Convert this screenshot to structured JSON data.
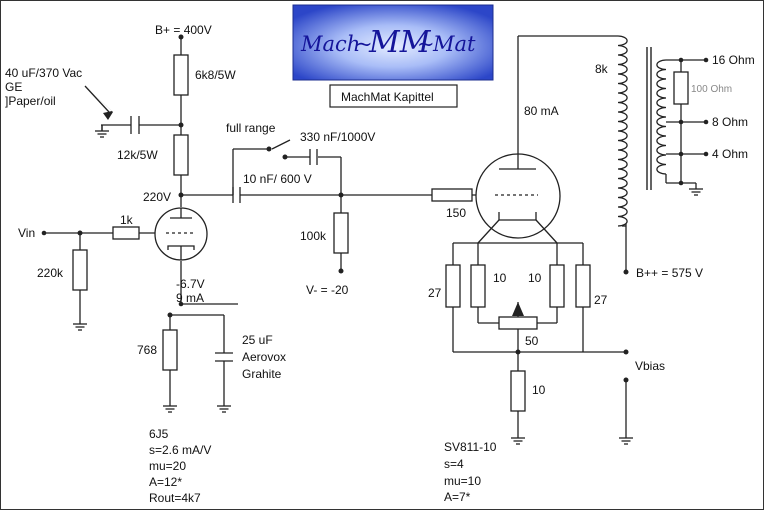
{
  "logo": {
    "left": "Mach",
    "middle": "MM",
    "right": "Mat",
    "sep": "~",
    "colors": {
      "bg": "#2c46c8",
      "glow": "#e4ecff",
      "text": "#15159a"
    }
  },
  "caption": "MachMat Kapittel",
  "supplies": {
    "b_plus": "B+ = 400V",
    "b_plus_plus": "B++ = 575 V",
    "v_minus": "V- = -20",
    "vbias": "Vbias"
  },
  "input": {
    "vin": "Vin",
    "r_grid_leak": "220k",
    "r_grid_stopper": "1k"
  },
  "stage1": {
    "cap_bypass": [
      "40 uF/370 Vac",
      "GE",
      "]Paper/oil"
    ],
    "r_dropper": "6k8/5W",
    "r_plate": "12k/5W",
    "plate_v": "220V",
    "cathode_v": "-6.7V",
    "cathode_i": "9 mA",
    "r_cathode": "768",
    "cap_cathode": [
      "25 uF",
      "Aerovox",
      "Grahite"
    ],
    "tube_specs": [
      "6J5",
      "s=2.6 mA/V",
      "mu=20",
      "A=12*",
      "Rout=4k7"
    ]
  },
  "coupling": {
    "switch": "full range",
    "cap_a": "330 nF/1000V",
    "cap_b": "10 nF/ 600 V",
    "r_grid": "100k",
    "r_stopper": "150"
  },
  "output": {
    "plate_i": "80 mA",
    "r_27_left": "27",
    "r_10_left": "10",
    "r_10_right": "10",
    "r_27_right": "27",
    "pot": "50",
    "r_cathode": "10",
    "tube_specs": [
      "SV811-10",
      "s=4",
      "mu=10",
      "A=7*"
    ]
  },
  "transformer": {
    "primary": "8k",
    "tap_16": "16 Ohm",
    "tap_8": "8 Ohm",
    "tap_4": "4 Ohm",
    "r_load": "100 Ohm"
  }
}
